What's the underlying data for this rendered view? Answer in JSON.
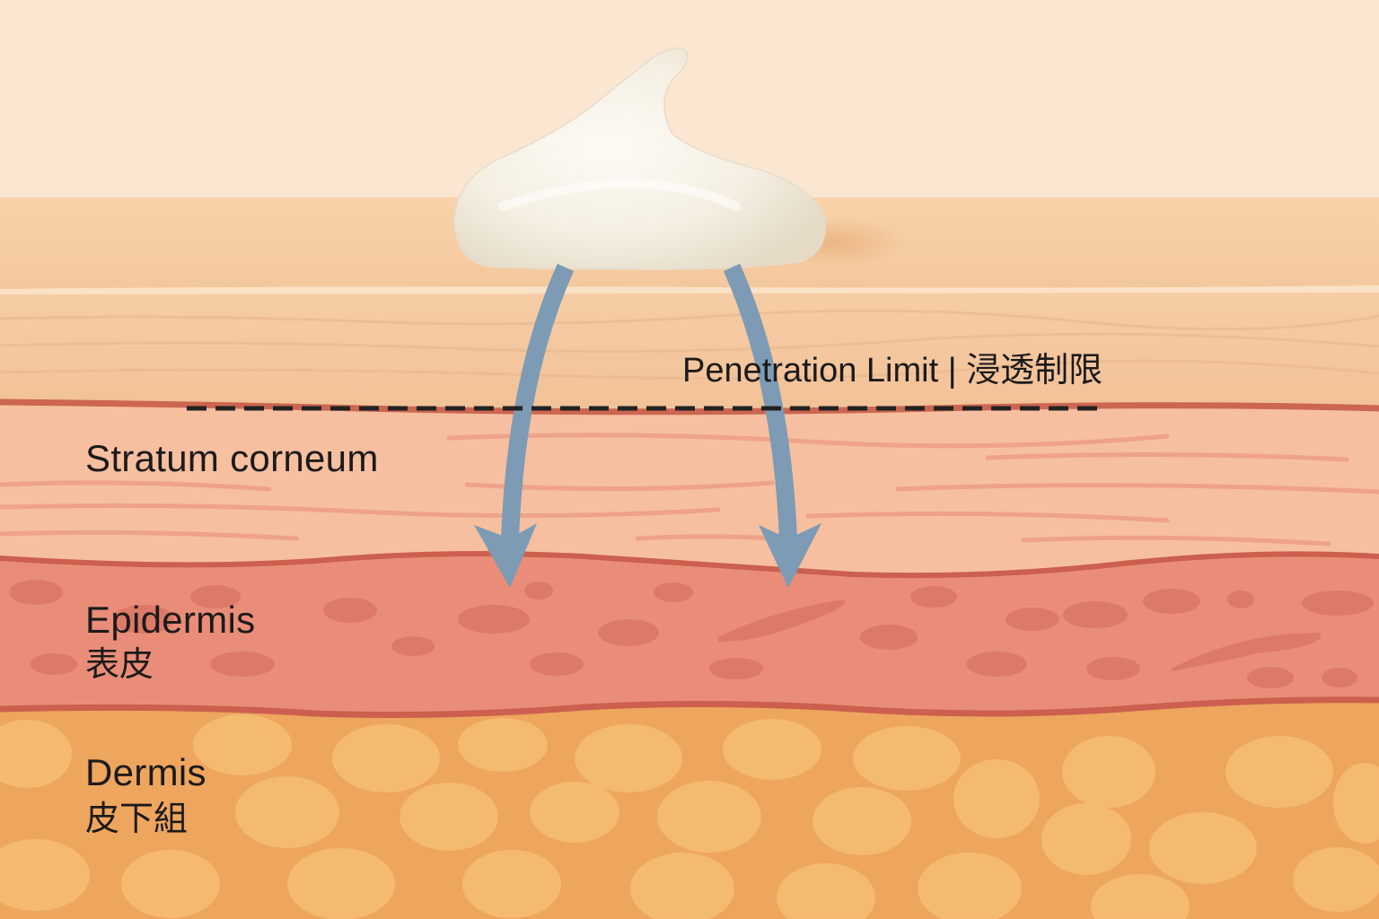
{
  "diagram": {
    "subject": "Topical cream penetration through skin layers",
    "colors": {
      "background": "#fbe6d2",
      "surface_layer": "#f6cfa6",
      "upper_layer": "#f4c69d",
      "stratum_corneum": "#f6bfa0",
      "stratum_lines": "#ec9e86",
      "epidermis": "#e98d78",
      "epidermis_cells": "#dd7766",
      "boundary_line": "#cc5f4e",
      "dermis": "#eea55e",
      "dermis_cells": "#f5bd72",
      "cream": "#f8f3e8",
      "arrow": "#7d9bb4",
      "dashed_line": "#222222",
      "text": "#1c1a1a"
    },
    "penetration_limit": {
      "label": "Penetration Limit | 浸透制限",
      "line_style": "dashed"
    },
    "layers": [
      {
        "id": "stratum_corneum",
        "label": "Stratum corneum"
      },
      {
        "id": "epidermis",
        "label": "Epidermis",
        "label_ja": "表皮"
      },
      {
        "id": "dermis",
        "label": "Dermis",
        "label_ja": "皮下組"
      }
    ],
    "elements": {
      "cream": "cream-dollop",
      "arrows": [
        "arrow-down-left",
        "arrow-down-right"
      ]
    }
  }
}
